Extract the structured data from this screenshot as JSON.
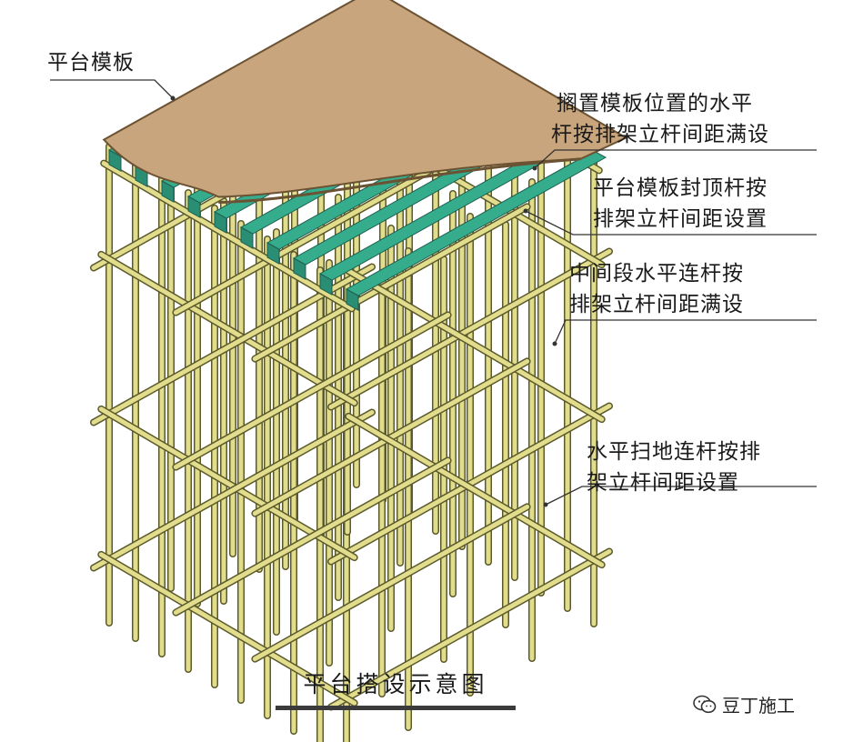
{
  "labels": {
    "platform_formwork": "平台模板",
    "horizontal_bar": [
      "搁置模板位置的水平",
      "杆按排架立杆间距满设"
    ],
    "top_bar": [
      "平台模板封顶杆按",
      "排架立杆间距设置"
    ],
    "middle_bar": [
      "中间段水平连杆按",
      "排架立杆间距满设"
    ],
    "sweep_bar": [
      "水平扫地连杆按排",
      "架立杆间距设置"
    ]
  },
  "caption": "平台搭设示意图",
  "watermark": "豆丁施工",
  "watermark_icon": "wechat-icon",
  "colors": {
    "board": "#c8a57c",
    "board_edge": "#6b5233",
    "joist_top": "#35ad8c",
    "joist_side": "#2a8e74",
    "pipe": "#e2dd8c",
    "pipe_edge": "#5b5a2c",
    "caption_bar": "#3b3b3b"
  }
}
